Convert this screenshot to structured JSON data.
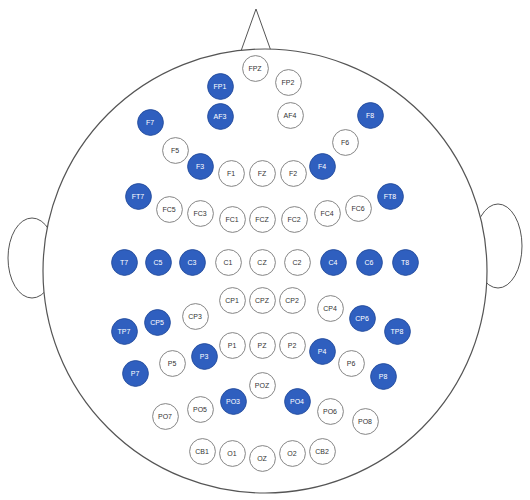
{
  "diagram": {
    "nodes": [
      {
        "text": [
          "FPZ"
        ]
      },
      {
        "text": [
          "FP1"
        ]
      },
      {
        "text": [
          "FP2"
        ]
      },
      {
        "text": [
          "F7"
        ]
      },
      {
        "text": [
          "AF3"
        ]
      },
      {
        "text": [
          "AF4"
        ]
      },
      {
        "text": [
          "F8"
        ]
      },
      {
        "text": [
          "F5"
        ]
      },
      {
        "text": [
          "F6"
        ]
      },
      {
        "text": [
          "F3"
        ]
      },
      {
        "text": [
          "F1"
        ]
      },
      {
        "text": [
          "FZ"
        ]
      },
      {
        "text": [
          "F2"
        ]
      },
      {
        "text": [
          "F4"
        ]
      },
      {
        "text": [
          "FT7"
        ]
      },
      {
        "text": [
          "FT8"
        ]
      },
      {
        "text": [
          "FC5"
        ]
      },
      {
        "text": [
          "FC6"
        ]
      },
      {
        "text": [
          "FC3"
        ]
      },
      {
        "text": [
          "FC4"
        ]
      },
      {
        "text": [
          "FC1"
        ]
      },
      {
        "text": [
          "FCZ"
        ]
      },
      {
        "text": [
          "FC2"
        ]
      },
      {
        "text": [
          "T7"
        ]
      },
      {
        "text": [
          "C5"
        ]
      },
      {
        "text": [
          "C3"
        ]
      },
      {
        "text": [
          "C1"
        ]
      },
      {
        "text": [
          "CZ"
        ]
      },
      {
        "text": [
          "C2"
        ]
      },
      {
        "text": [
          "C4"
        ]
      },
      {
        "text": [
          "C6"
        ]
      },
      {
        "text": [
          "T8"
        ]
      },
      {
        "text": [
          "CP1"
        ]
      },
      {
        "text": [
          "CPZ"
        ]
      },
      {
        "text": [
          "CP2"
        ]
      },
      {
        "text": [
          "CP4"
        ]
      },
      {
        "text": [
          "CP3"
        ]
      },
      {
        "text": [
          "CP6"
        ]
      },
      {
        "text": [
          "CP5"
        ]
      },
      {
        "text": [
          "TP7"
        ]
      },
      {
        "text": [
          "TP8"
        ]
      },
      {
        "text": [
          "P1"
        ]
      },
      {
        "text": [
          "PZ"
        ]
      },
      {
        "text": [
          "P2"
        ]
      },
      {
        "text": [
          "P4"
        ]
      },
      {
        "text": [
          "P3"
        ]
      },
      {
        "text": [
          "P5"
        ]
      },
      {
        "text": [
          "P6"
        ]
      },
      {
        "text": [
          "P7"
        ]
      },
      {
        "text": [
          "P8"
        ]
      },
      {
        "text": [
          "POZ"
        ]
      },
      {
        "text": [
          "PO3"
        ]
      },
      {
        "text": [
          "PO4"
        ]
      },
      {
        "text": [
          "PO5"
        ]
      },
      {
        "text": [
          "PO6"
        ]
      },
      {
        "text": [
          "PO7"
        ]
      },
      {
        "text": [
          "PO8"
        ]
      },
      {
        "text": [
          "CB1"
        ]
      },
      {
        "text": [
          "O1"
        ]
      },
      {
        "text": [
          "OZ"
        ]
      },
      {
        "text": [
          "O2"
        ]
      },
      {
        "text": [
          "CB2"
        ]
      }
    ]
  }
}
